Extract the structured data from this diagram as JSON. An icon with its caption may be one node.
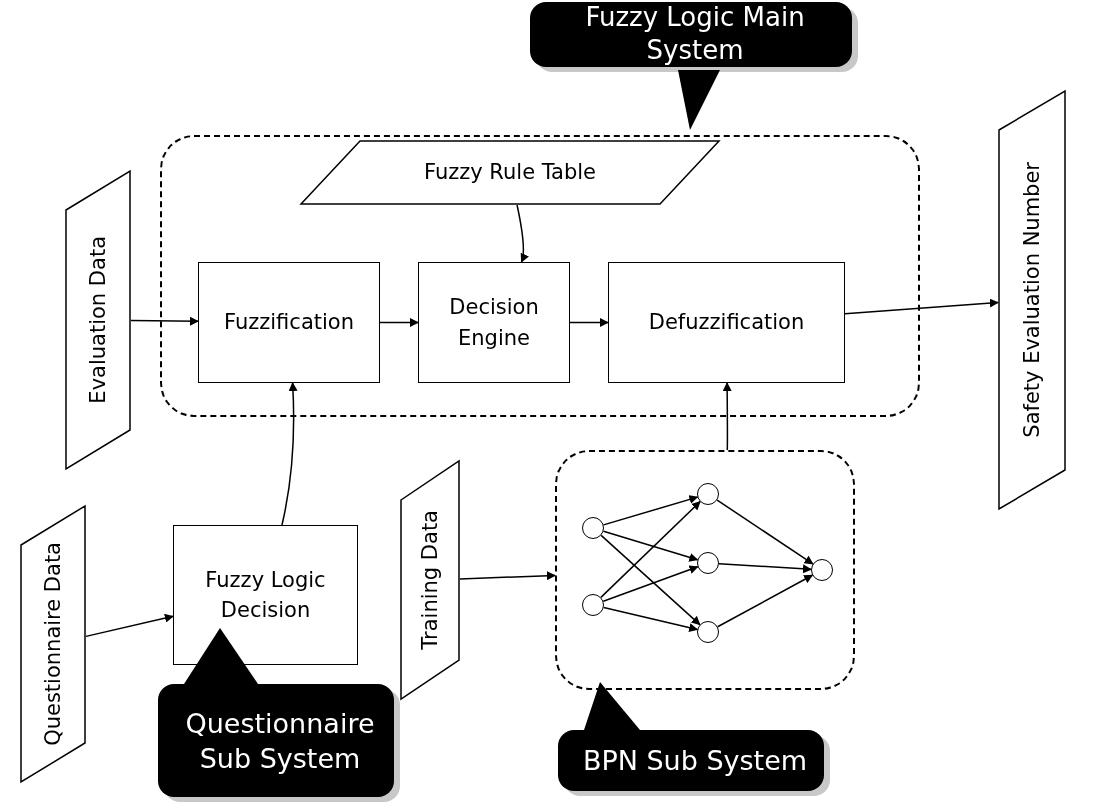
{
  "diagram": {
    "nodes": [
      {
        "text": [
          "Fuzzy Logic Main System"
        ]
      },
      {
        "text": [],
        "shape": "box"
      },
      {
        "text": [
          "Fuzzy Rule Table"
        ],
        "in": 1
      },
      {
        "text": [
          "Fuzzification"
        ],
        "in": 1
      },
      {
        "text": [
          "Decision Engine"
        ],
        "in": 1
      },
      {
        "text": [
          "Defuzzification"
        ],
        "in": 1
      },
      {
        "text": [
          "Evaluation Data"
        ]
      },
      {
        "text": [
          "Safety Evaluation Number"
        ]
      },
      {
        "text": [
          "Questionnaire Data"
        ]
      },
      {
        "text": [
          "Fuzzy Logic Decision"
        ]
      },
      {
        "text": [
          "Training Data"
        ]
      },
      {
        "text": [],
        "shape": "box"
      },
      {
        "text": [],
        "shape": "circle",
        "in": 11
      },
      {
        "text": [],
        "shape": "circle",
        "in": 11
      },
      {
        "text": [],
        "shape": "circle",
        "in": 11
      },
      {
        "text": [],
        "shape": "circle",
        "in": 11
      },
      {
        "text": [],
        "shape": "circle",
        "in": 11
      },
      {
        "text": [],
        "shape": "circle",
        "in": 11
      },
      {
        "text": [
          "Questionnaire Sub System"
        ]
      },
      {
        "text": [
          "BPN Sub System"
        ]
      }
    ],
    "edges": [
      {
        "from": 6,
        "to": 3,
        "arrow": "to"
      },
      {
        "from": 3,
        "to": 4,
        "arrow": "to"
      },
      {
        "from": 4,
        "to": 5,
        "arrow": "to"
      },
      {
        "from": 5,
        "to": 7,
        "arrow": "to"
      },
      {
        "from": 2,
        "to": 4,
        "arrow": "to"
      },
      {
        "from": 9,
        "to": 3,
        "arrow": "to"
      },
      {
        "from": 11,
        "to": 5,
        "arrow": "to"
      },
      {
        "from": 8,
        "to": 9,
        "arrow": "to"
      },
      {
        "from": 10,
        "to": 11,
        "arrow": "to"
      },
      {
        "from": 12,
        "to": 14,
        "arrow": "to"
      },
      {
        "from": 12,
        "to": 15,
        "arrow": "to"
      },
      {
        "from": 12,
        "to": 16,
        "arrow": "to"
      },
      {
        "from": 13,
        "to": 14,
        "arrow": "to"
      },
      {
        "from": 13,
        "to": 15,
        "arrow": "to"
      },
      {
        "from": 13,
        "to": 16,
        "arrow": "to"
      },
      {
        "from": 14,
        "to": 17,
        "arrow": "to"
      },
      {
        "from": 15,
        "to": 17,
        "arrow": "to"
      },
      {
        "from": 16,
        "to": 17,
        "arrow": "to"
      }
    ]
  }
}
